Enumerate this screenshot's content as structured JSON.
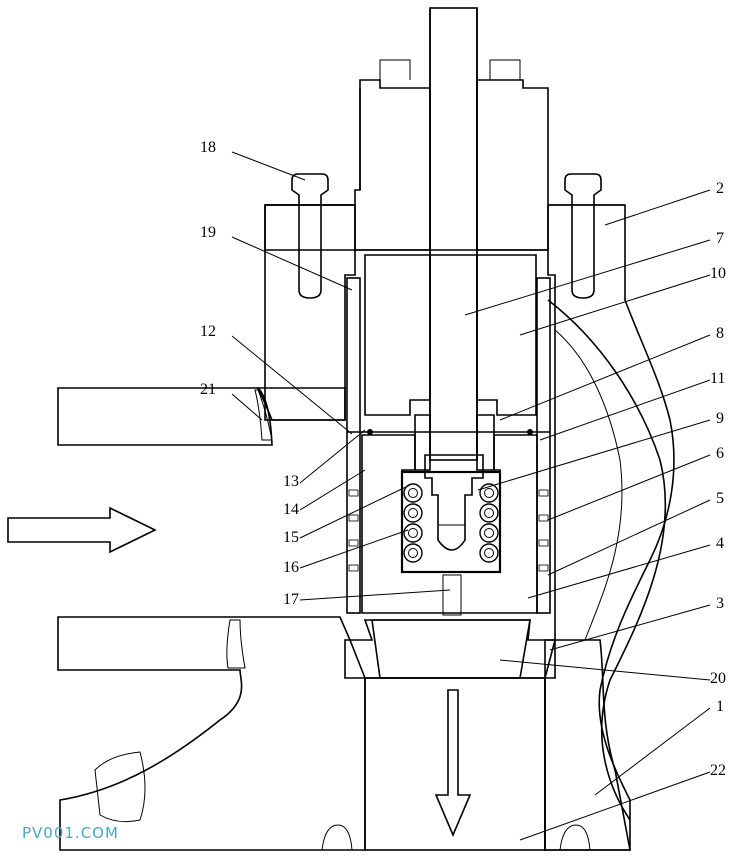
{
  "diagram": {
    "part_labels": [
      "18",
      "19",
      "12",
      "21",
      "13",
      "14",
      "15",
      "16",
      "17",
      "2",
      "7",
      "10",
      "8",
      "11",
      "9",
      "6",
      "5",
      "4",
      "3",
      "20",
      "1",
      "22"
    ],
    "watermark": "PV001.COM"
  }
}
